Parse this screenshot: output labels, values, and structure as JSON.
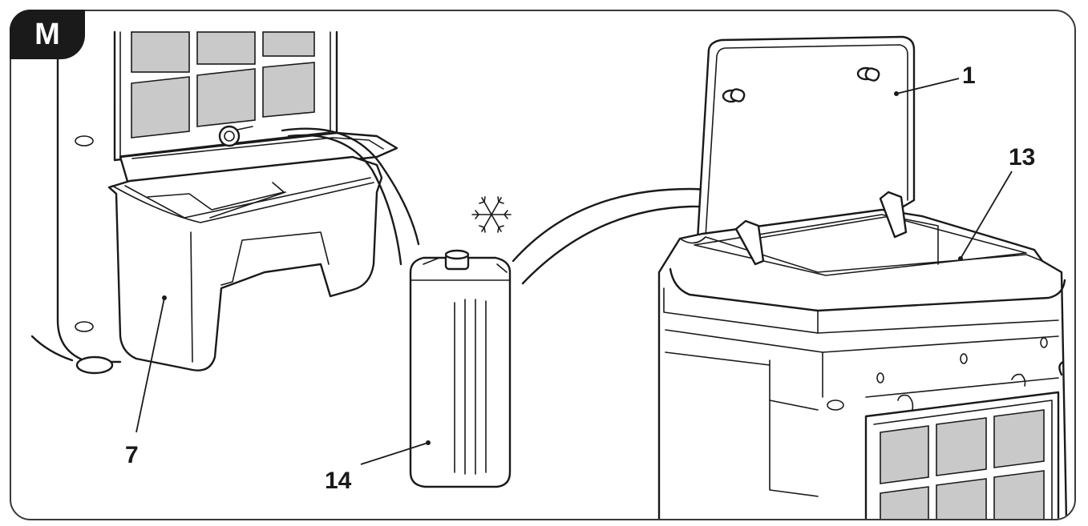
{
  "figure": {
    "panel_letter": "M",
    "labels": {
      "lid": "1",
      "tank": "13",
      "drawer": "7",
      "ice_pack": "14"
    },
    "icons": {
      "freeze": "snowflake-icon"
    }
  }
}
